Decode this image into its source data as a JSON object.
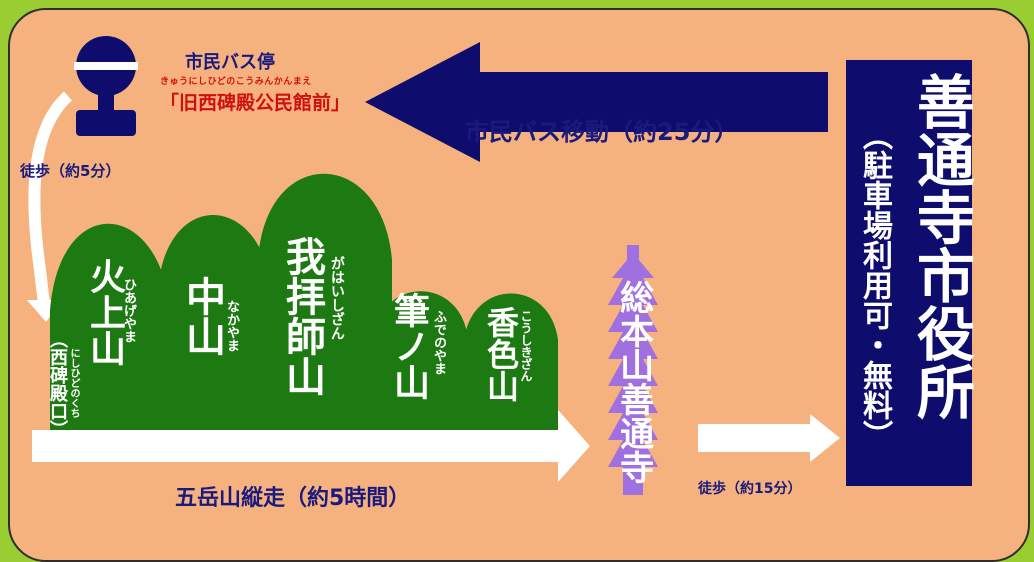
{
  "colors": {
    "background": "#9acd32",
    "panel": "#f6b27e",
    "mountain": "#1d7a12",
    "navy": "#0e0d6e",
    "temple": "#a070e0",
    "arrow": "#ffffff"
  },
  "bus_stop": {
    "title": "市民バス停",
    "reading": "きゅうにしひどのこうみんかんまえ",
    "name": "「旧西碑殿公民館前」"
  },
  "bus_arrow": {
    "label": "市民バス移動（約25分）"
  },
  "walk_to_trail": {
    "label": "徒歩（約5分）"
  },
  "mountains": [
    {
      "name": "火上山",
      "reading": "ひあげやま",
      "sub_name": "（西碑殿口）",
      "sub_reading": "にしひどのくち",
      "icon": "mountain-icon"
    },
    {
      "name": "中山",
      "reading": "なかやま",
      "icon": "mountain-icon"
    },
    {
      "name": "我拝師山",
      "reading": "がはいしざん",
      "icon": "mountain-icon"
    },
    {
      "name": "筆ノ山",
      "reading": "ふでのやま",
      "icon": "mountain-icon"
    },
    {
      "name": "香色山",
      "reading": "こうしきざん",
      "icon": "mountain-icon"
    }
  ],
  "trail": {
    "label": "五岳山縦走（約5時間）"
  },
  "temple": {
    "name": "総本山善通寺",
    "icon": "pagoda-icon"
  },
  "walk_to_office": {
    "label": "徒歩（約15分）"
  },
  "city_office": {
    "name": "善通寺市役所",
    "note": "（駐車場利用可・無料）"
  }
}
